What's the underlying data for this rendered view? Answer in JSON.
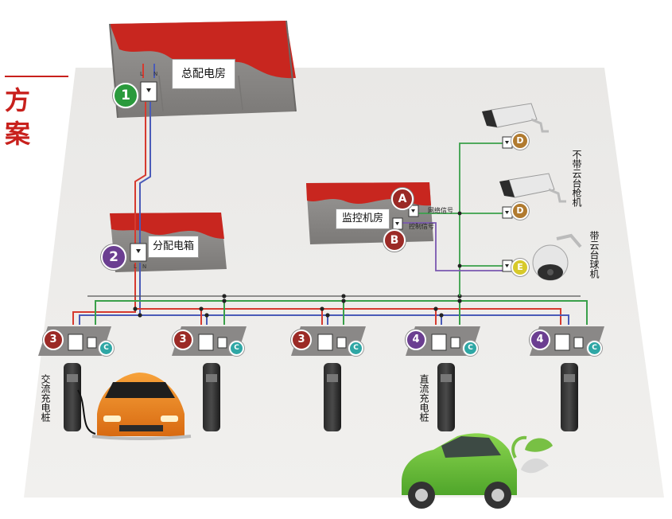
{
  "heading": {
    "line1": "方",
    "line2": "案"
  },
  "buildings": {
    "main_distribution": "总配电房",
    "sub_distribution": "分配电箱",
    "monitoring_room": "监控机房"
  },
  "wire_labels": {
    "L": "L",
    "N": "N"
  },
  "signals": {
    "network": "网络信号",
    "control": "控制信号"
  },
  "badges": {
    "b1": "1",
    "b2": "2",
    "bA": "A",
    "bB": "B",
    "bD1": "D",
    "bD2": "D",
    "bE": "E",
    "s1": "3",
    "s2": "3",
    "s3": "3",
    "s4": "4",
    "s5": "4",
    "c": "C"
  },
  "cameras": {
    "fixed_label": "不带云台枪机",
    "dome_label": "带云台球机"
  },
  "chargers": {
    "ac_label": "交流充电桩",
    "dc_label": "直流充电桩"
  },
  "colors": {
    "red_roof": "#c8261f",
    "wall_gray": "#8f8d8b",
    "badge_green": "#2a9a3c",
    "badge_purple": "#6b3e91",
    "badge_red": "#9b2a26",
    "badge_brown": "#b07a2f",
    "badge_yellow": "#d7c92a",
    "badge_teal": "#2fa7a5",
    "wire_red": "#d63a2f",
    "wire_blue": "#4a5bb8",
    "wire_green": "#3aa04a",
    "wire_purple": "#7a58b0",
    "ac_car": "#f08c1f",
    "ev_car": "#6cc23a"
  },
  "icons": [
    "outlet-icon",
    "security-camera-icon",
    "dome-camera-icon",
    "charging-station-icon",
    "sports-car-icon",
    "electric-car-icon",
    "plug-leaf-icon"
  ]
}
